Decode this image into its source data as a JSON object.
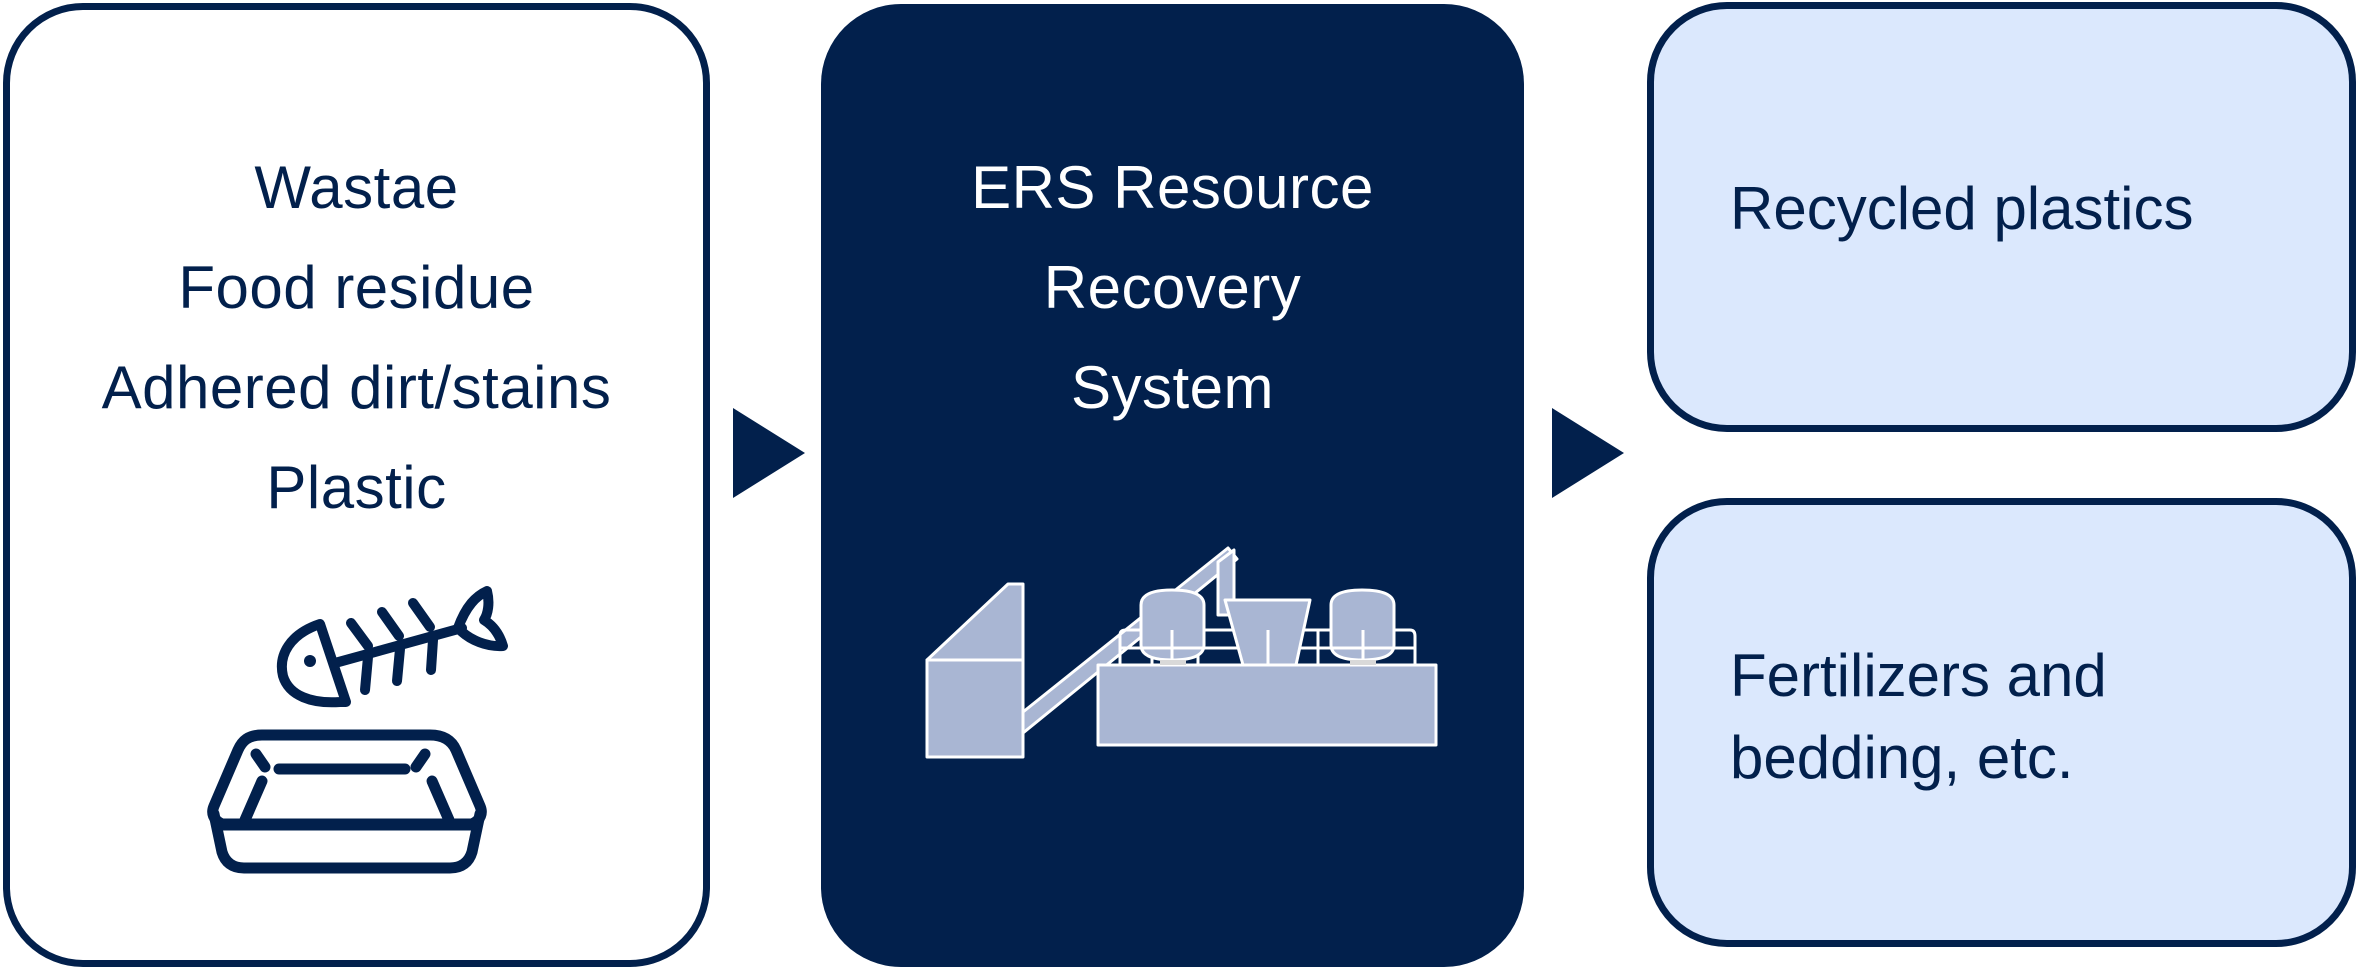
{
  "colors": {
    "navy": "#02204c",
    "light_blue": "#dbe8fd",
    "machinery_fill": "#a9b6d3",
    "white": "#ffffff"
  },
  "input_box": {
    "lines": [
      "Wastae",
      "Food residue",
      "Adhered dirt/stains",
      "Plastic"
    ],
    "icon": "fish-bone-on-tray-icon"
  },
  "process_box": {
    "lines": [
      "ERS Resource",
      "Recovery",
      "System"
    ],
    "icon": "recycling-plant-machinery-icon"
  },
  "arrows": [
    "arrow-right-icon",
    "arrow-right-icon"
  ],
  "outputs": [
    {
      "lines": [
        "Recycled plastics"
      ]
    },
    {
      "lines": [
        "Fertilizers and",
        "bedding, etc."
      ]
    }
  ]
}
